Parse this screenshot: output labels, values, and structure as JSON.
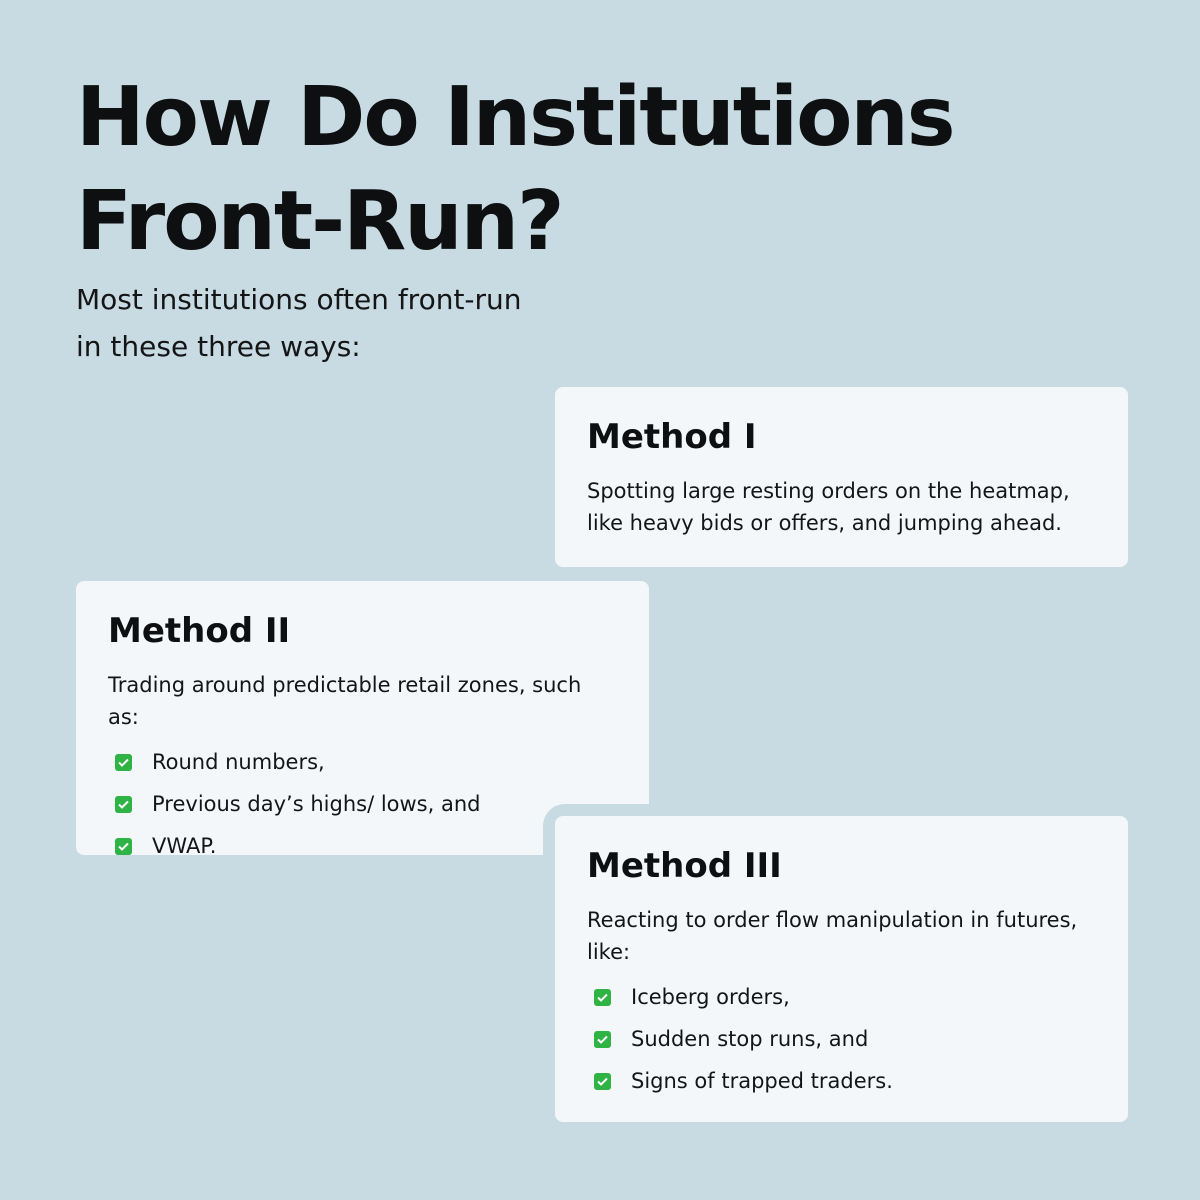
{
  "header": {
    "title_line_1": "How Do Institutions",
    "title_line_2": "Front-Run?",
    "subtitle_line_1": "Most institutions often front-run",
    "subtitle_line_2": "in these three ways:"
  },
  "methods": [
    {
      "title": "Method I",
      "text_line_1": "Spotting large resting orders on the heatmap,",
      "text_line_2": "like heavy bids or offers, and jumping ahead."
    },
    {
      "title": "Method II",
      "text": "Trading around predictable retail zones, such as:",
      "items": [
        "Round numbers,",
        "Previous day’s highs/ lows, and",
        "VWAP."
      ]
    },
    {
      "title": "Method III",
      "text_line_1": "Reacting to order flow manipulation in futures,",
      "text_line_2": "like:",
      "items": [
        "Iceberg orders,",
        "Sudden stop runs, and",
        "Signs of trapped traders."
      ]
    }
  ],
  "colors": {
    "background": "#c8dae2",
    "card": "#f3f7f9",
    "check": "#2fb344"
  },
  "icons": {
    "bullet": "check-box-icon"
  }
}
